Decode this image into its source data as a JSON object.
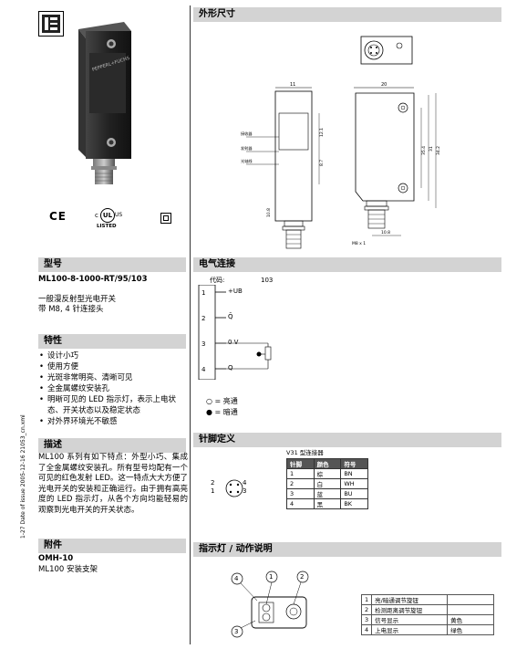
{
  "headers": {
    "dimensions": "外形尺寸",
    "model": "型号",
    "electrical": "电气连接",
    "features": "特性",
    "pinout": "针脚定义",
    "description": "描述",
    "accessories": "附件",
    "led": "指示灯 / 动作说明"
  },
  "model": {
    "number": "ML100-8-1000-RT/95/103",
    "desc_line1": "一般漫反射型光电开关",
    "desc_line2": "带 M8, 4 针连接头"
  },
  "features": [
    "设计小巧",
    "使用方便",
    "光斑非常明亮、清晰可见",
    "全金属螺纹安装孔",
    "明晰可见的 LED 指示灯，表示上电状态、开关状态以及稳定状态",
    "对外界环境光不敏感"
  ],
  "description": {
    "text": "ML100 系列有如下特点：外型小巧、集成了全金属螺纹安装孔。所有型号均配有一个可见的红色发射 LED。这一特点大大方便了光电开关的安装和正确运行。由于拥有高亮度的 LED 指示灯，从各个方向均能轻易的观察到光电开关的开关状态。"
  },
  "accessories": {
    "part": "OMH-10",
    "desc": "ML100 安装支架"
  },
  "side_label": "1-27  Date of issue 2005-12-16  21053_cn.xml",
  "certs": {
    "ce": "CE",
    "ul_c": "c",
    "ul_us": "US",
    "ul_listed": "LISTED"
  },
  "product": {
    "brand": "PEPPERL+FUCHS"
  },
  "dimensions": {
    "top_width": "20",
    "front_width": "11",
    "h1": "12.1",
    "h2": "8.7",
    "h3": "35.4",
    "h4": "31",
    "h5": "34.2",
    "thread_len": "10.8",
    "thread_w": "10.8",
    "thread": "M8 x 1",
    "label_receiver": "接收器",
    "label_emitter": "发射器",
    "label_axis": "光轴线"
  },
  "electrical": {
    "code_label": "代码:",
    "code": "103",
    "pins": [
      {
        "num": "1",
        "name": "+UB"
      },
      {
        "num": "2",
        "name": "Q̄"
      },
      {
        "num": "3",
        "name": "0 V"
      },
      {
        "num": "4",
        "name": "Q"
      }
    ],
    "legend_on": "○ = 亮通",
    "legend_dark": "● = 暗通"
  },
  "pinout": {
    "caption": "V31 型连接器",
    "headers": [
      "针脚",
      "颜色",
      "符号"
    ],
    "rows": [
      [
        "1",
        "棕",
        "BN"
      ],
      [
        "2",
        "白",
        "WH"
      ],
      [
        "3",
        "蓝",
        "BU"
      ],
      [
        "4",
        "黑",
        "BK"
      ]
    ],
    "connector_labels": [
      "2",
      "1",
      "4",
      "3"
    ]
  },
  "leds": {
    "callouts": [
      "4",
      "1",
      "2",
      "3"
    ],
    "rows": [
      [
        "1",
        "亮/暗通调节旋钮",
        ""
      ],
      [
        "2",
        "检测距离调节旋钮",
        ""
      ],
      [
        "3",
        "信号显示",
        "黄色"
      ],
      [
        "4",
        "上电显示",
        "绿色"
      ]
    ]
  }
}
